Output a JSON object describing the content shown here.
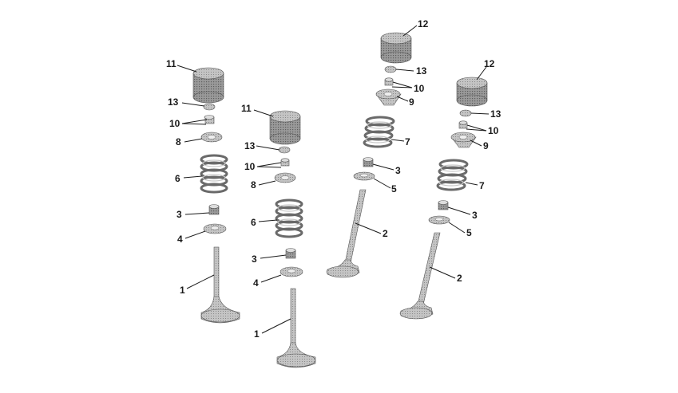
{
  "diagram": {
    "labels": {
      "valve_1": "1",
      "valve_2": "2",
      "cotter_3": "3",
      "seat_4": "4",
      "seat_5": "5",
      "spring_6": "6",
      "spring_7": "7",
      "retainer_8": "8",
      "retainer_9": "9",
      "keeper_10": "10",
      "tappet_11": "11",
      "tappet_12": "12",
      "shim_13": "13"
    },
    "colors": {
      "metal_dark": "#8c8c8c",
      "metal_mid": "#b4b4b4",
      "metal_light": "#cfcfcf",
      "text": "#1a1a1a"
    }
  }
}
